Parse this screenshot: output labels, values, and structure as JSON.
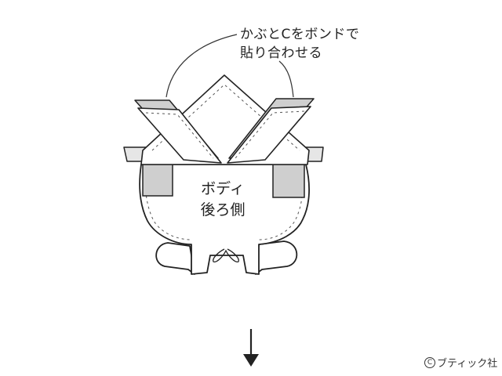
{
  "callout": {
    "line1": "かぶとCをボンドで",
    "line2": "貼り合わせる"
  },
  "body_label": {
    "line1": "ボディ",
    "line2": "後ろ側"
  },
  "copyright": {
    "symbol": "C",
    "text": "ブティック社"
  },
  "colors": {
    "outline": "#222222",
    "gray_fill": "#cfcfcf",
    "white_fill": "#ffffff"
  },
  "icons": {
    "arrow": "down-arrow-icon"
  }
}
